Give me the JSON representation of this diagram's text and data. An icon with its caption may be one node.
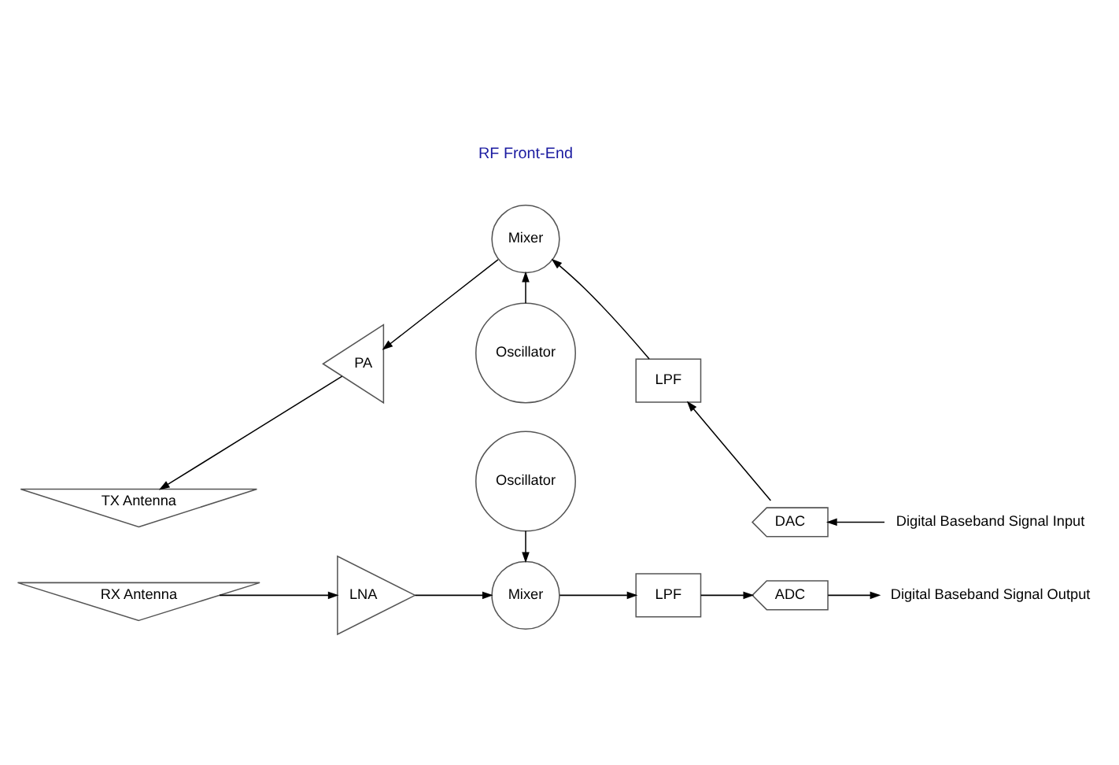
{
  "diagram": {
    "nodes": [
      {
        "text": [
          "RX Antenna"
        ]
      },
      {
        "text": [
          "LNA"
        ]
      },
      {
        "text": [
          "Mixer"
        ]
      },
      {
        "text": [
          "LPF"
        ]
      },
      {
        "text": [
          "ADC"
        ]
      },
      {
        "text": [
          "Digital Baseband Signal Output"
        ]
      },
      {
        "text": [
          "Oscillator"
        ]
      },
      {
        "text": [
          "TX Antenna"
        ]
      },
      {
        "text": [
          "PA"
        ]
      },
      {
        "text": [
          "Mixer"
        ]
      },
      {
        "text": [
          "LPF"
        ]
      },
      {
        "text": [
          "DAC"
        ]
      },
      {
        "text": [
          "Digital Baseband Signal Input"
        ]
      },
      {
        "text": [
          "Oscillator"
        ]
      }
    ],
    "edges": [
      {
        "from": 0,
        "to": 1,
        "arrow": "to"
      },
      {
        "from": 1,
        "to": 2,
        "arrow": "to"
      },
      {
        "from": 2,
        "to": 3,
        "arrow": "to"
      },
      {
        "from": 3,
        "to": 4,
        "arrow": "to"
      },
      {
        "from": 4,
        "to": 5,
        "arrow": "to"
      },
      {
        "from": 6,
        "to": 2,
        "arrow": "to"
      },
      {
        "from": 12,
        "to": 11,
        "arrow": "to"
      },
      {
        "from": 11,
        "to": 10,
        "arrow": "to"
      },
      {
        "from": 10,
        "to": 9,
        "arrow": "to"
      },
      {
        "from": 9,
        "to": 8,
        "arrow": "to"
      },
      {
        "from": 8,
        "to": 7,
        "arrow": "to"
      },
      {
        "from": 13,
        "to": 9,
        "arrow": "to"
      }
    ],
    "labels": [
      "RF Front-End"
    ]
  }
}
